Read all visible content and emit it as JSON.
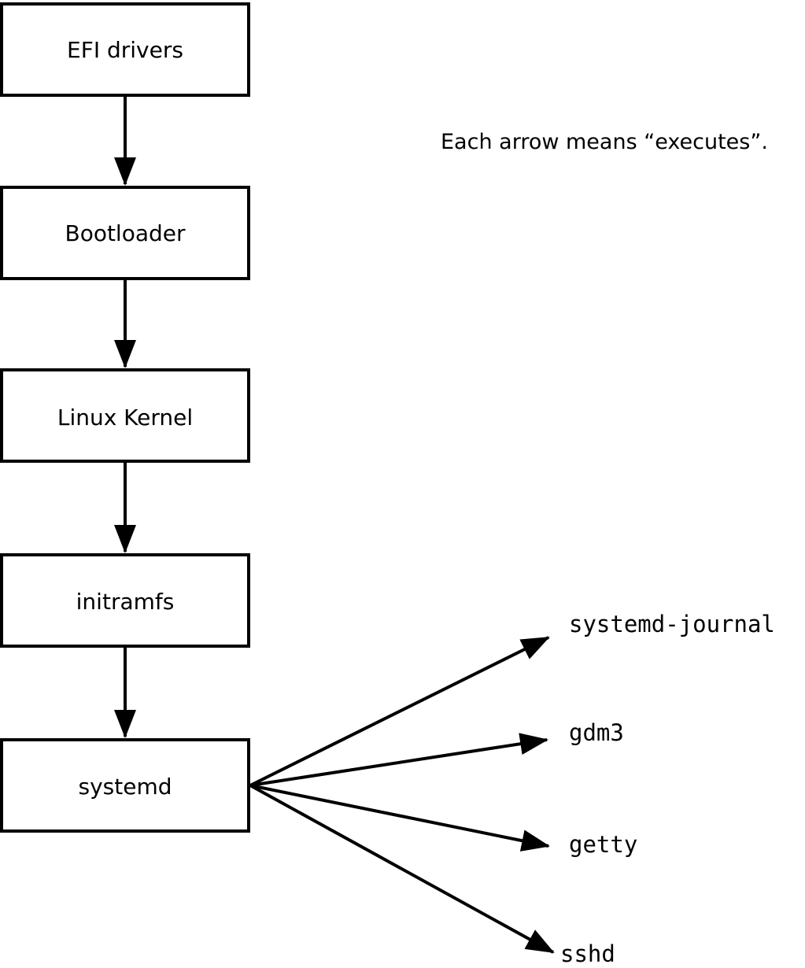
{
  "diagram": {
    "caption": "Each arrow means “executes”.",
    "arrow_meaning": "executes",
    "colors": {
      "background": "#ffffff",
      "stroke": "#000000",
      "box_fill": "#ffffff",
      "text": "#000000"
    },
    "nodes": [
      {
        "id": "efi-drivers",
        "label": "EFI drivers"
      },
      {
        "id": "bootloader",
        "label": "Bootloader"
      },
      {
        "id": "linux-kernel",
        "label": "Linux Kernel"
      },
      {
        "id": "initramfs",
        "label": "initramfs"
      },
      {
        "id": "systemd",
        "label": "systemd"
      }
    ],
    "leaves": [
      {
        "id": "systemd-journal",
        "label": "systemd-journal"
      },
      {
        "id": "gdm3",
        "label": "gdm3"
      },
      {
        "id": "getty",
        "label": "getty"
      },
      {
        "id": "sshd",
        "label": "sshd"
      }
    ],
    "edges": [
      {
        "from": "EFI drivers",
        "to": "Bootloader"
      },
      {
        "from": "Bootloader",
        "to": "Linux Kernel"
      },
      {
        "from": "Linux Kernel",
        "to": "initramfs"
      },
      {
        "from": "initramfs",
        "to": "systemd"
      },
      {
        "from": "systemd",
        "to": "systemd-journal"
      },
      {
        "from": "systemd",
        "to": "gdm3"
      },
      {
        "from": "systemd",
        "to": "getty"
      },
      {
        "from": "systemd",
        "to": "sshd"
      }
    ]
  }
}
